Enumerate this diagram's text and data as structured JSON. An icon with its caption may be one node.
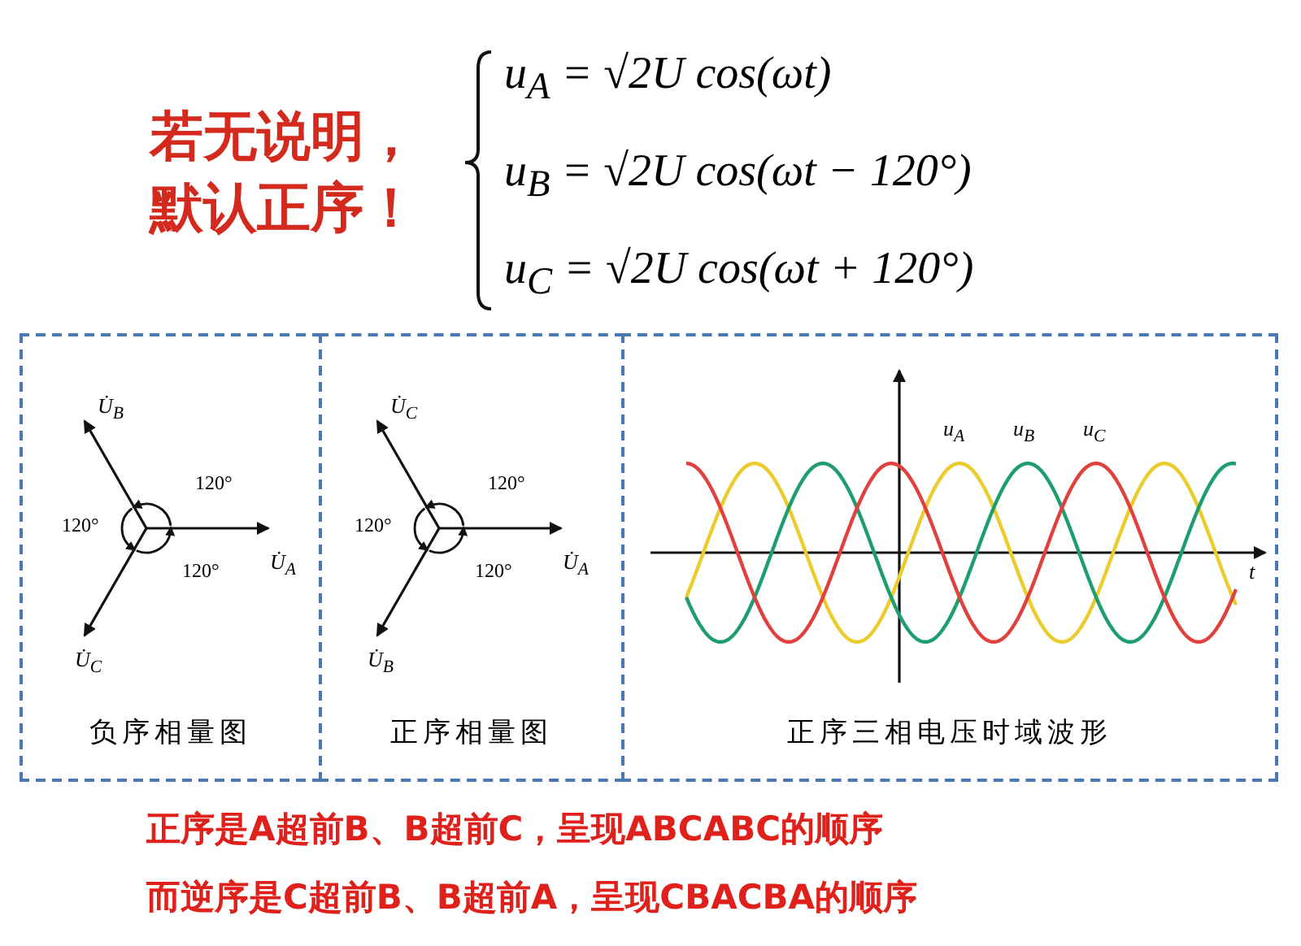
{
  "diagram": {
    "nodes": [
      {
        "text": [
          "负序相量图"
        ]
      },
      {
        "text": [
          "正序相量图"
        ]
      },
      {
        "text": [
          "正序三相电压时域波形"
        ]
      }
    ],
    "edges": [],
    "labels": [
      "若无说明，默认正序！",
      "u$_{A}$ = √2U cos(ωt)",
      "u$_{B}$ = √2U cos(ωt − 120°)",
      "u$_{C}$ = √2U cos(ωt + 120°)",
      "U̇$_{B}$",
      "120°",
      "120°",
      "U̇$_{A}$",
      "120°",
      "U̇$_{C}$",
      "U̇$_{C}$",
      "120°",
      "120°",
      "U̇$_{A}$",
      "120°",
      "U̇$_{B}$",
      "u$_{A}$",
      "u$_{B}$",
      "u$_{C}$",
      "t",
      "正序是A超前B、B超前C，呈现ABCABC的顺序",
      "而逆序是C超前B、B超前A，呈现CBACBA的顺序"
    ]
  }
}
